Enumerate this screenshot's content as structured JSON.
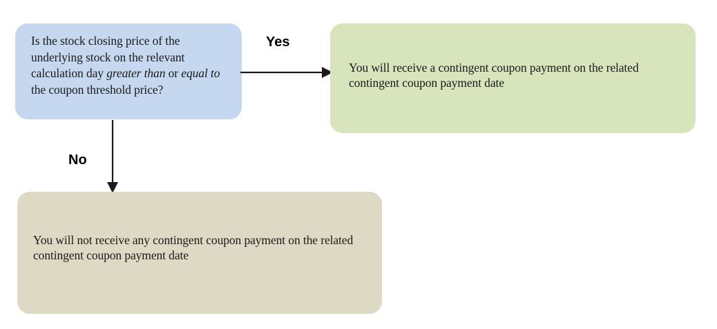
{
  "diagram": {
    "type": "flowchart",
    "background_color": "#ffffff",
    "nodes": {
      "decision": {
        "id": "decision",
        "shape": "rounded-rectangle",
        "color": "#c5d8ef",
        "text_plain": "Is the stock closing price of the underlying stock on the relevant calculation day greater than or equal to the coupon threshold price?",
        "segments": [
          {
            "text": "Is the stock closing price of the underlying stock on the relevant calculation day ",
            "style": "normal"
          },
          {
            "text": "greater than",
            "style": "italic"
          },
          {
            "text": " or ",
            "style": "normal"
          },
          {
            "text": "equal to",
            "style": "italic"
          },
          {
            "text": " the coupon threshold price?",
            "style": "normal"
          }
        ]
      },
      "yes_outcome": {
        "id": "yes-outcome",
        "shape": "rounded-rectangle",
        "color": "#d8e4bc",
        "text_plain": "You will receive a contingent coupon payment on the related contingent coupon payment date"
      },
      "no_outcome": {
        "id": "no-outcome",
        "shape": "rounded-rectangle",
        "color": "#ddd9c4",
        "text_plain": "You will not receive any contingent coupon payment on the related contingent coupon payment date"
      }
    },
    "edges": [
      {
        "id": "yes-edge",
        "from": "decision",
        "to": "yes_outcome",
        "label": "Yes",
        "direction": "right",
        "color": "#1a1a1a"
      },
      {
        "id": "no-edge",
        "from": "decision",
        "to": "no_outcome",
        "label": "No",
        "direction": "down",
        "color": "#1a1a1a"
      }
    ]
  }
}
